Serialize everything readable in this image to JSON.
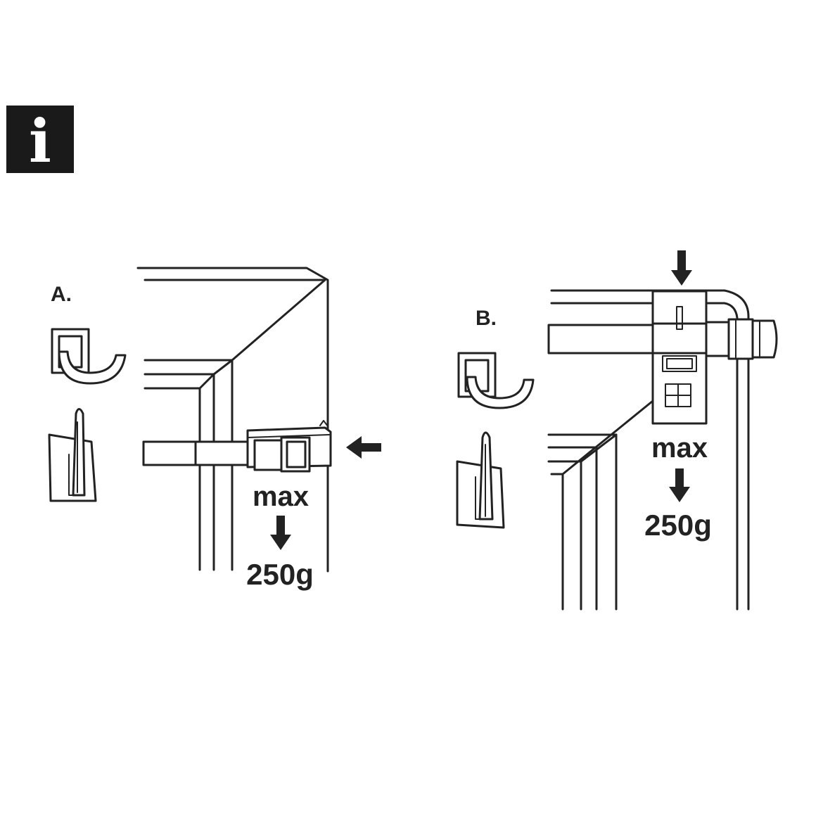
{
  "info_badge": {
    "letter": "i",
    "icon": "info-icon"
  },
  "panel_a": {
    "label": "A.",
    "load_word": "max",
    "load_value": "250g",
    "push_arrow_icon": "arrow-left-icon",
    "load_arrow_icon": "arrow-down-icon"
  },
  "panel_b": {
    "label": "B.",
    "load_word": "max",
    "load_value": "250g",
    "push_arrow_icon": "arrow-down-icon",
    "load_arrow_icon": "arrow-down-icon"
  },
  "colors": {
    "ink": "#222222",
    "badge": "#1a1a1a",
    "paper": "#ffffff"
  }
}
